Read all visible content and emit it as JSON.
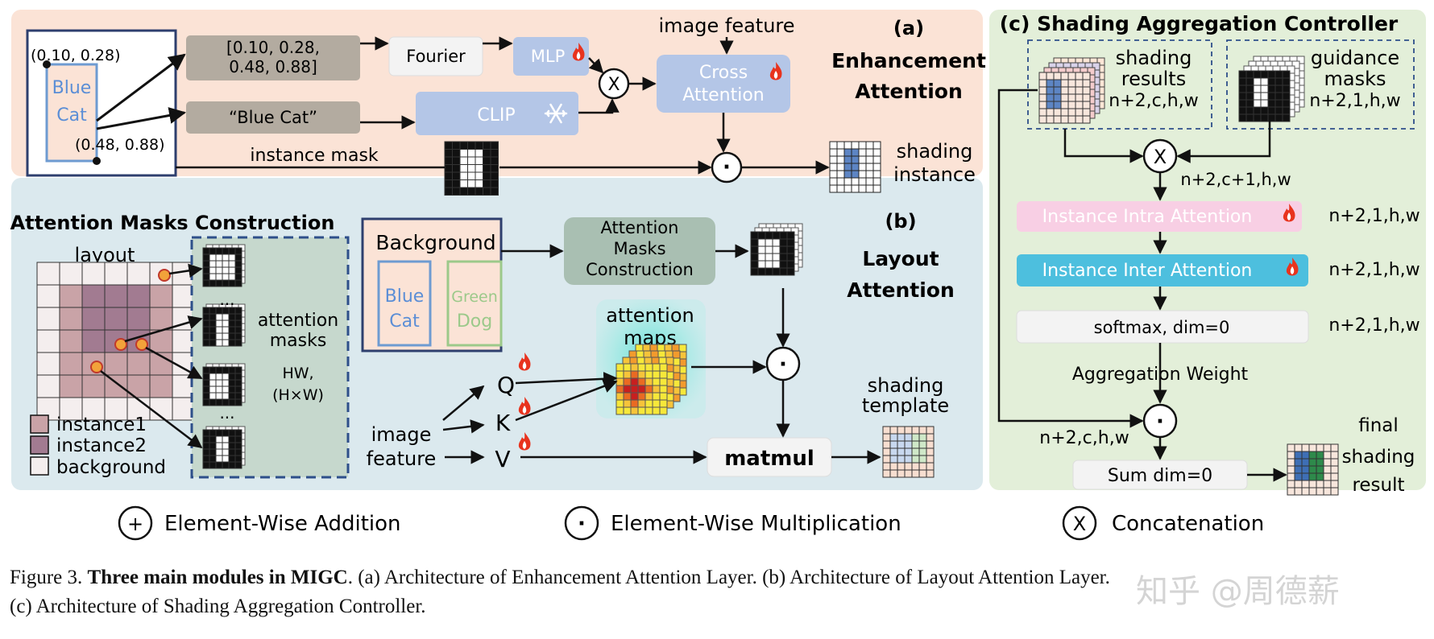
{
  "legend": {
    "plus_symbol": "+",
    "addition": "Element-Wise Addition",
    "dot_symbol": "·",
    "multiplication": "Element-Wise Multiplication",
    "x_symbol": "X",
    "concatenation": "Concatenation"
  },
  "panel_a": {
    "title_id": "(a)",
    "title_line1": "Enhancement",
    "title_line2": "Attention",
    "coord_top": "(0.10, 0.28)",
    "coord_bottom": "(0.48, 0.88)",
    "box_line1": "Blue",
    "box_line2": "Cat",
    "bbox_line1": "[0.10, 0.28,",
    "bbox_line2": "0.48, 0.88]",
    "fourier": "Fourier",
    "mlp": "MLP",
    "text_input": "“Blue Cat”",
    "clip": "CLIP",
    "concat_symbol": "X",
    "image_feature": "image feature",
    "cross_line1": "Cross",
    "cross_line2": "Attention",
    "instance_mask": "instance mask",
    "mult_symbol": "·",
    "shading_line1": "shading",
    "shading_line2": "instance",
    "icons": {
      "fire": "fire-icon",
      "snowflake": "snowflake-icon"
    }
  },
  "panel_amc": {
    "title": "Attention Masks Construction",
    "layout": "layout",
    "dots": "...",
    "attention_line1": "attention",
    "attention_line2": "masks",
    "hw_line1": "HW,",
    "hw_line2": "(H×W)",
    "legend_instance1": "instance1",
    "legend_instance2": "instance2",
    "legend_background": "background"
  },
  "panel_b": {
    "title_id": "(b)",
    "title_line1": "Layout",
    "title_line2": "Attention",
    "background": "Background",
    "blue_line1": "Blue",
    "blue_line2": "Cat",
    "green_line1": "Green",
    "green_line2": "Dog",
    "amc_line1": "Attention",
    "amc_line2": "Masks",
    "amc_line3": "Construction",
    "maps_line1": "attention",
    "maps_line2": "maps",
    "q": "Q",
    "k": "K",
    "v": "V",
    "image_line1": "image",
    "image_line2": "feature",
    "mult_symbol": "·",
    "matmul": "matmul",
    "template_line1": "shading",
    "template_line2": "template"
  },
  "panel_c": {
    "title": "(c) Shading Aggregation Controller",
    "shading_line1": "shading",
    "shading_line2": "results",
    "shading_dims": "n+2,c,h,w",
    "guidance_line1": "guidance",
    "guidance_line2": "masks",
    "guidance_dims": "n+2,1,h,w",
    "concat_symbol": "X",
    "concat_dims": "n+2,c+1,h,w",
    "intra": "Instance Intra Attention",
    "intra_dims": "n+2,1,h,w",
    "inter": "Instance Inter Attention",
    "inter_dims": "n+2,1,h,w",
    "softmax": "softmax, dim=0",
    "softmax_dims": "n+2,1,h,w",
    "agg_weight": "Aggregation Weight",
    "mult_symbol": "·",
    "left_dims": "n+2,c,h,w",
    "sum": "Sum dim=0",
    "final_line1": "final",
    "final_line2": "shading",
    "final_line3": "result"
  },
  "caption": {
    "prefix": "Figure 3. ",
    "bold": "Three main modules in MIGC",
    "rest": ". (a) Architecture of Enhancement Attention Layer. (b) Architecture of Layout Attention Layer.",
    "line2": "(c) Architecture of Shading Aggregation Controller."
  },
  "watermark": "知乎 @周德薪",
  "colors": {
    "panel_a_bg": "#fbe3d6",
    "panel_b_bg": "#dbe9ee",
    "panel_c_bg": "#e3efd9",
    "amc_bg": "#c6d8cd",
    "box_blue": "#b4c6e7",
    "box_gray": "#b3aba0",
    "box_green": "#a9bfb2",
    "intra_pink": "#f8cfe4",
    "inter_cyan": "#4dbfde",
    "cell_instance1": "#c9a3a7",
    "cell_instance2": "#a27b91",
    "cell_background": "#f4eeee",
    "fire": "#e8331e",
    "blue_border": "#6e9bd1",
    "green_border": "#9cc98a"
  }
}
